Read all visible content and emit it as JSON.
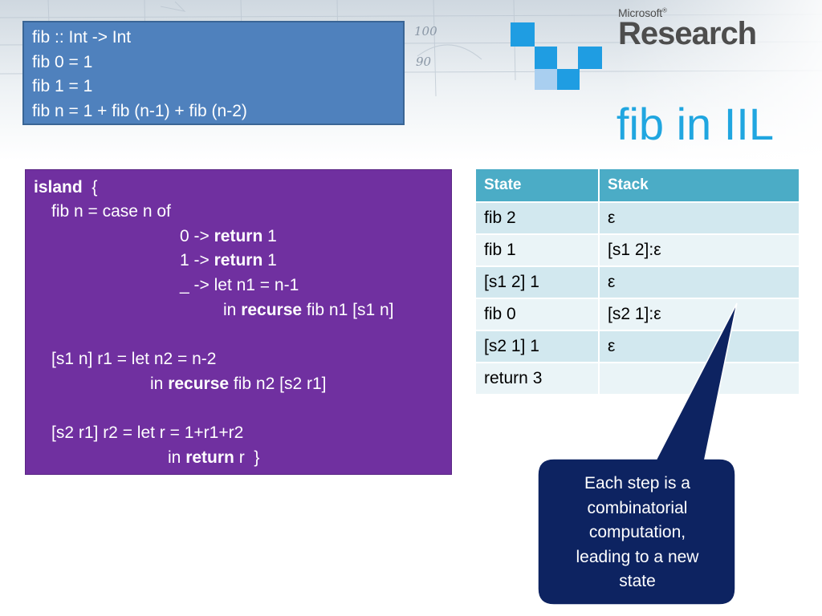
{
  "logo": {
    "microsoft": "Microsoft",
    "trademark": "®",
    "research": "Research"
  },
  "title": "fib in IIL",
  "header_sketch": {
    "label_1": "100",
    "label_2": "90"
  },
  "haskell": [
    "fib :: Int -> Int",
    "fib 0 = 1",
    "fib 1 = 1",
    "fib n = 1 + fib (n-1) + fib (n-2)"
  ],
  "island": {
    "l1_kw": "island",
    "l1_rest": "  {",
    "l2": "fib n = case n of",
    "l3_pre": "0 -> ",
    "l3_kw": "return",
    "l3_post": " 1",
    "l4_pre": "1 -> ",
    "l4_kw": "return",
    "l4_post": " 1",
    "l5": "_ -> let n1 = n-1",
    "l6_pre": "in ",
    "l6_kw": "recurse",
    "l6_post": " fib n1 [s1 n]",
    "l7": "[s1 n] r1 = let n2 = n-2",
    "l8_pre": "in ",
    "l8_kw": "recurse",
    "l8_post": " fib n2 [s2 r1]",
    "l9": "[s2 r1] r2 = let r = 1+r1+r2",
    "l10_pre": "in ",
    "l10_kw": "return",
    "l10_post": " r  }"
  },
  "table": {
    "headers": [
      "State",
      "Stack"
    ],
    "rows": [
      [
        "fib 2",
        "ε"
      ],
      [
        "fib 1",
        "[s1 2]:ε"
      ],
      [
        "[s1 2] 1",
        "ε"
      ],
      [
        "fib 0",
        "[s2 1]:ε"
      ],
      [
        "[s2 1] 1",
        "ε"
      ],
      [
        "return 3",
        ""
      ]
    ]
  },
  "callout": {
    "lines": [
      "Each step is a",
      "combinatorial",
      "computation,",
      "leading to a new",
      "state"
    ]
  },
  "colors": {
    "title": "#20a6e0",
    "haskell_bg": "#4f81bd",
    "island_bg": "#7030a0",
    "table_header": "#4bacc6",
    "table_row_odd": "#d2e8ef",
    "table_row_even": "#eaf4f7",
    "callout_bg": "#0d2361",
    "logo_square_blue": "#1f9de2",
    "logo_square_light": "#a9cff0"
  }
}
